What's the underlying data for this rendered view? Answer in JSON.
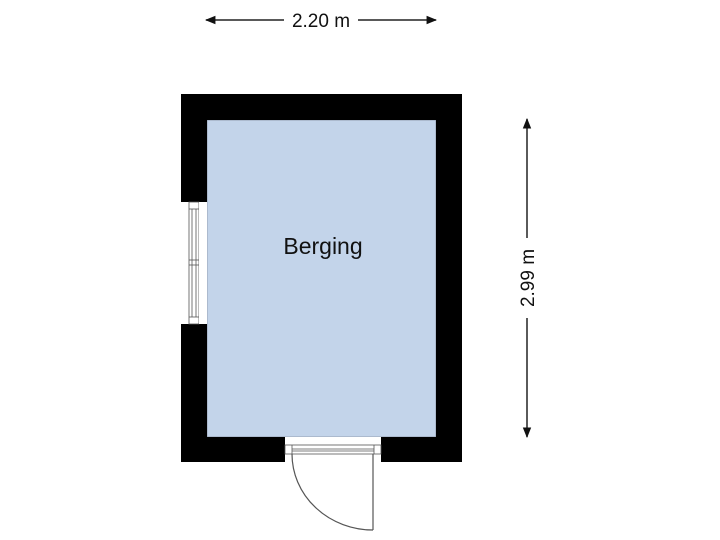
{
  "floorplan": {
    "room": {
      "name": "Berging",
      "fill_color": "#c3d4ea"
    },
    "wall_color": "#000000",
    "dimensions": {
      "width_label": "2.20 m",
      "height_label": "2.99 m"
    },
    "openings": [
      {
        "type": "window",
        "wall": "left"
      },
      {
        "type": "door",
        "wall": "bottom",
        "swing": "outward"
      }
    ]
  }
}
